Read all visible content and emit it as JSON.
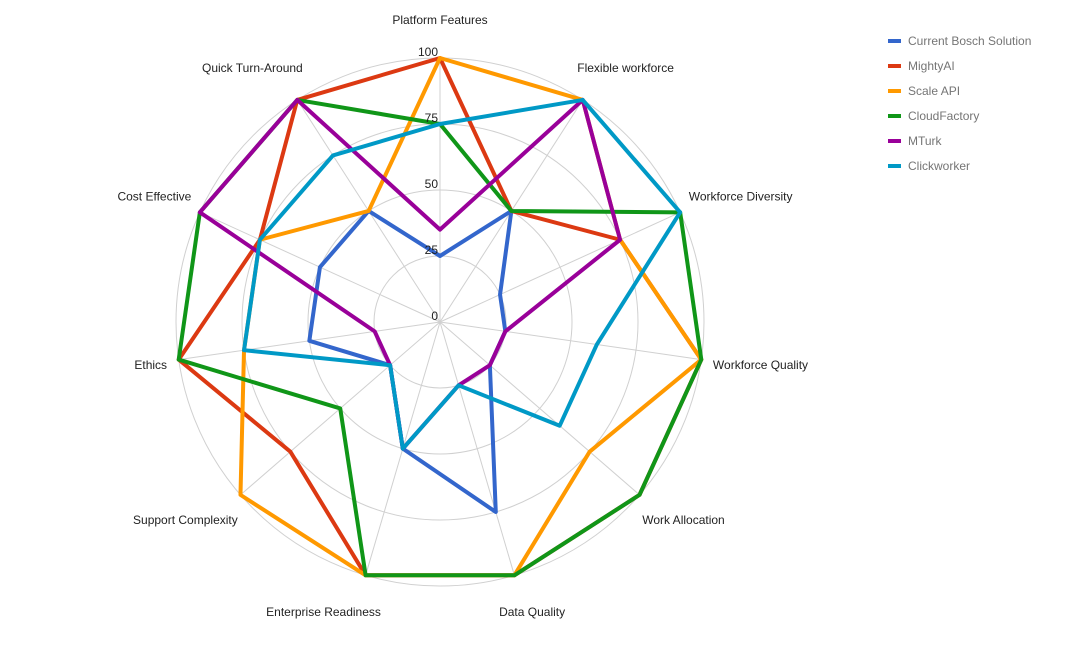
{
  "chart_data": {
    "type": "radar",
    "categories": [
      "Platform Features",
      "Flexible workforce",
      "Workforce Diversity",
      "Workforce Quality",
      "Work Allocation",
      "Data Quality",
      "Enterprise Readiness",
      "Support Complexity",
      "Ethics",
      "Cost Effective",
      "Quick Turn-Around"
    ],
    "rlim": [
      0,
      100
    ],
    "ticks": [
      0,
      25,
      50,
      75,
      100
    ],
    "grid": true,
    "legend_position": "top-right",
    "series": [
      {
        "name": "Current Bosch Solution",
        "color": "#3366cc",
        "values": [
          25,
          50,
          25,
          25,
          25,
          75,
          50,
          25,
          50,
          50,
          50
        ]
      },
      {
        "name": "MightyAI",
        "color": "#dc3912",
        "values": [
          100,
          50,
          75,
          100,
          100,
          100,
          100,
          75,
          100,
          75,
          100
        ]
      },
      {
        "name": "Scale API",
        "color": "#ff9900",
        "values": [
          100,
          100,
          75,
          100,
          75,
          100,
          100,
          100,
          75,
          75,
          50
        ]
      },
      {
        "name": "CloudFactory",
        "color": "#109618",
        "values": [
          75,
          50,
          100,
          100,
          100,
          100,
          100,
          50,
          100,
          100,
          100
        ]
      },
      {
        "name": "MTurk",
        "color": "#990099",
        "values": [
          35,
          100,
          75,
          25,
          25,
          25,
          50,
          25,
          25,
          100,
          100
        ]
      },
      {
        "name": "Clickworker",
        "color": "#0099c6",
        "values": [
          75,
          100,
          100,
          60,
          60,
          25,
          50,
          25,
          75,
          75,
          75
        ]
      }
    ]
  }
}
